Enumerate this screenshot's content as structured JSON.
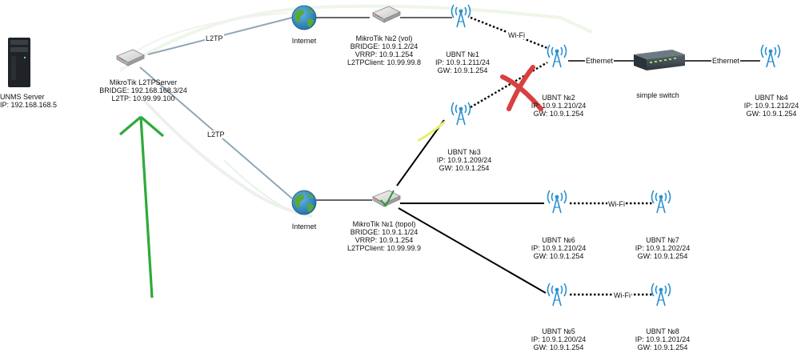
{
  "nodes": {
    "unms_server": {
      "name": "UNMS Server",
      "ip": "IP: 192.168.168.5"
    },
    "l2tp_server": {
      "name": "MikroTik L2TPServer",
      "bridge": "BRIDGE: 192.168.168.3/24",
      "l2tp": "L2TP: 10.99.99.100"
    },
    "internet_top": {
      "name": "Internet"
    },
    "internet_bottom": {
      "name": "Internet"
    },
    "mikrotik2": {
      "name": "MikroTik №2 (vol)",
      "bridge": "BRIDGE: 10.9.1.2/24",
      "vrrp": "VRRP: 10.9.1.254",
      "client": "L2TPClient: 10.99.99.8"
    },
    "mikrotik1": {
      "name": "MikroTik №1 (topol)",
      "bridge": "BRIDGE: 10.9.1.1/24",
      "vrrp": "VRRP: 10.9.1.254",
      "client": "L2TPClient: 10.99.99.9"
    },
    "ubnt1": {
      "name": "UBNT №1",
      "ip": "IP: 10.9.1.211/24",
      "gw": "GW: 10.9.1.254"
    },
    "ubnt2": {
      "name": "UBNT №2",
      "ip": "IP: 10.9.1.210/24",
      "gw": "GW: 10.9.1.254"
    },
    "ubnt3": {
      "name": "UBNT №3",
      "ip": "IP: 10.9.1.209/24",
      "gw": "GW: 10.9.1.254"
    },
    "ubnt4": {
      "name": "UBNT №4",
      "ip": "IP: 10.9.1.212/24",
      "gw": "GW: 10.9.1.254"
    },
    "ubnt5": {
      "name": "UBNT №5",
      "ip": "IP: 10.9.1.200/24",
      "gw": "GW: 10.9.1.254"
    },
    "ubnt6": {
      "name": "UBNT №6",
      "ip": "IP: 10.9.1.210/24",
      "gw": "GW: 10.9.1.254"
    },
    "ubnt7": {
      "name": "UBNT №7",
      "ip": "IP: 10.9.1.202/24",
      "gw": "GW: 10.9.1.254"
    },
    "ubnt8": {
      "name": "UBNT №8",
      "ip": "IP: 10.9.1.201/24",
      "gw": "GW: 10.9.1.254"
    },
    "switch": {
      "name": "simple switch"
    }
  },
  "links": {
    "l2tp_top": "L2TP",
    "l2tp_bottom": "L2TP",
    "wifi_top": "Wi-Fi",
    "ethernet_1": "Ethernet",
    "ethernet_2": "Ethernet",
    "wifi_mid": "Wi-Fi",
    "wifi_bottom": "Wi-Fi"
  },
  "colors": {
    "vpn_line": "#8fa7b8",
    "lan_line": "#000000",
    "cross_mark": "#d94040",
    "arrow": "#2eaa3a",
    "antenna": "#2a8fcf",
    "check_mark": "#2a9a3a",
    "highlight": "#e9ef6a"
  },
  "icons": [
    "server-icon",
    "router-icon",
    "globe-icon",
    "antenna-icon",
    "switch-icon",
    "cross-icon",
    "arrow-icon",
    "check-icon"
  ]
}
